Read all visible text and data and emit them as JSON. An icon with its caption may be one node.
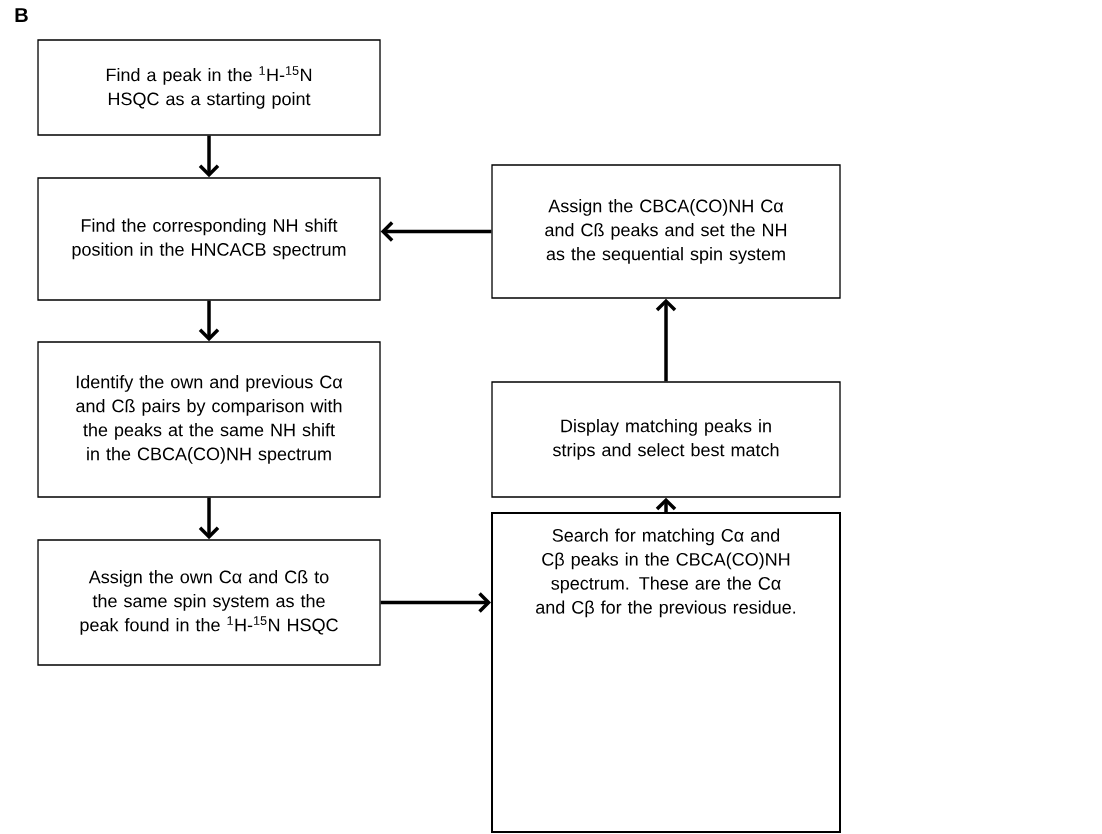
{
  "diagram": {
    "nodes": [
      {
        "text": [
          "Find a peak in the $^{1}$H-$^{15}$N HSQC as a starting point"
        ]
      },
      {
        "text": [
          "Find the corresponding NH shift position in the HNCACB spectrum"
        ]
      },
      {
        "text": [
          "Identify the own and previous Cα and Cß pairs by comparison with the peaks at the same NH shift in the CBCA(CO)NH spectrum"
        ]
      },
      {
        "text": [
          "Assign the own Cα and Cß to the same spin system as the peak found in the $^{1}$H-$^{15}$N HSQC"
        ]
      },
      {
        "text": [
          "Search for matching Cα and Cβ peaks in the CBCA(CO)NH spectrum. These are the Cα and Cβ for the previous residue."
        ]
      },
      {
        "text": [
          "Display matching peaks in strips and select best match"
        ]
      },
      {
        "text": [
          "Assign the CBCA(CO)NH Cα and Cß peaks and set the NH as the sequential spin system"
        ]
      }
    ],
    "edges": [
      {
        "from": 0,
        "to": 1,
        "arrow": "to"
      },
      {
        "from": 1,
        "to": 2,
        "arrow": "to"
      },
      {
        "from": 2,
        "to": 3,
        "arrow": "to"
      },
      {
        "from": 3,
        "to": 4,
        "arrow": "to"
      },
      {
        "from": 4,
        "to": 5,
        "arrow": "to"
      },
      {
        "from": 5,
        "to": 6,
        "arrow": "to"
      },
      {
        "from": 6,
        "to": 1,
        "arrow": "to"
      }
    ],
    "labels": [
      "B"
    ]
  }
}
